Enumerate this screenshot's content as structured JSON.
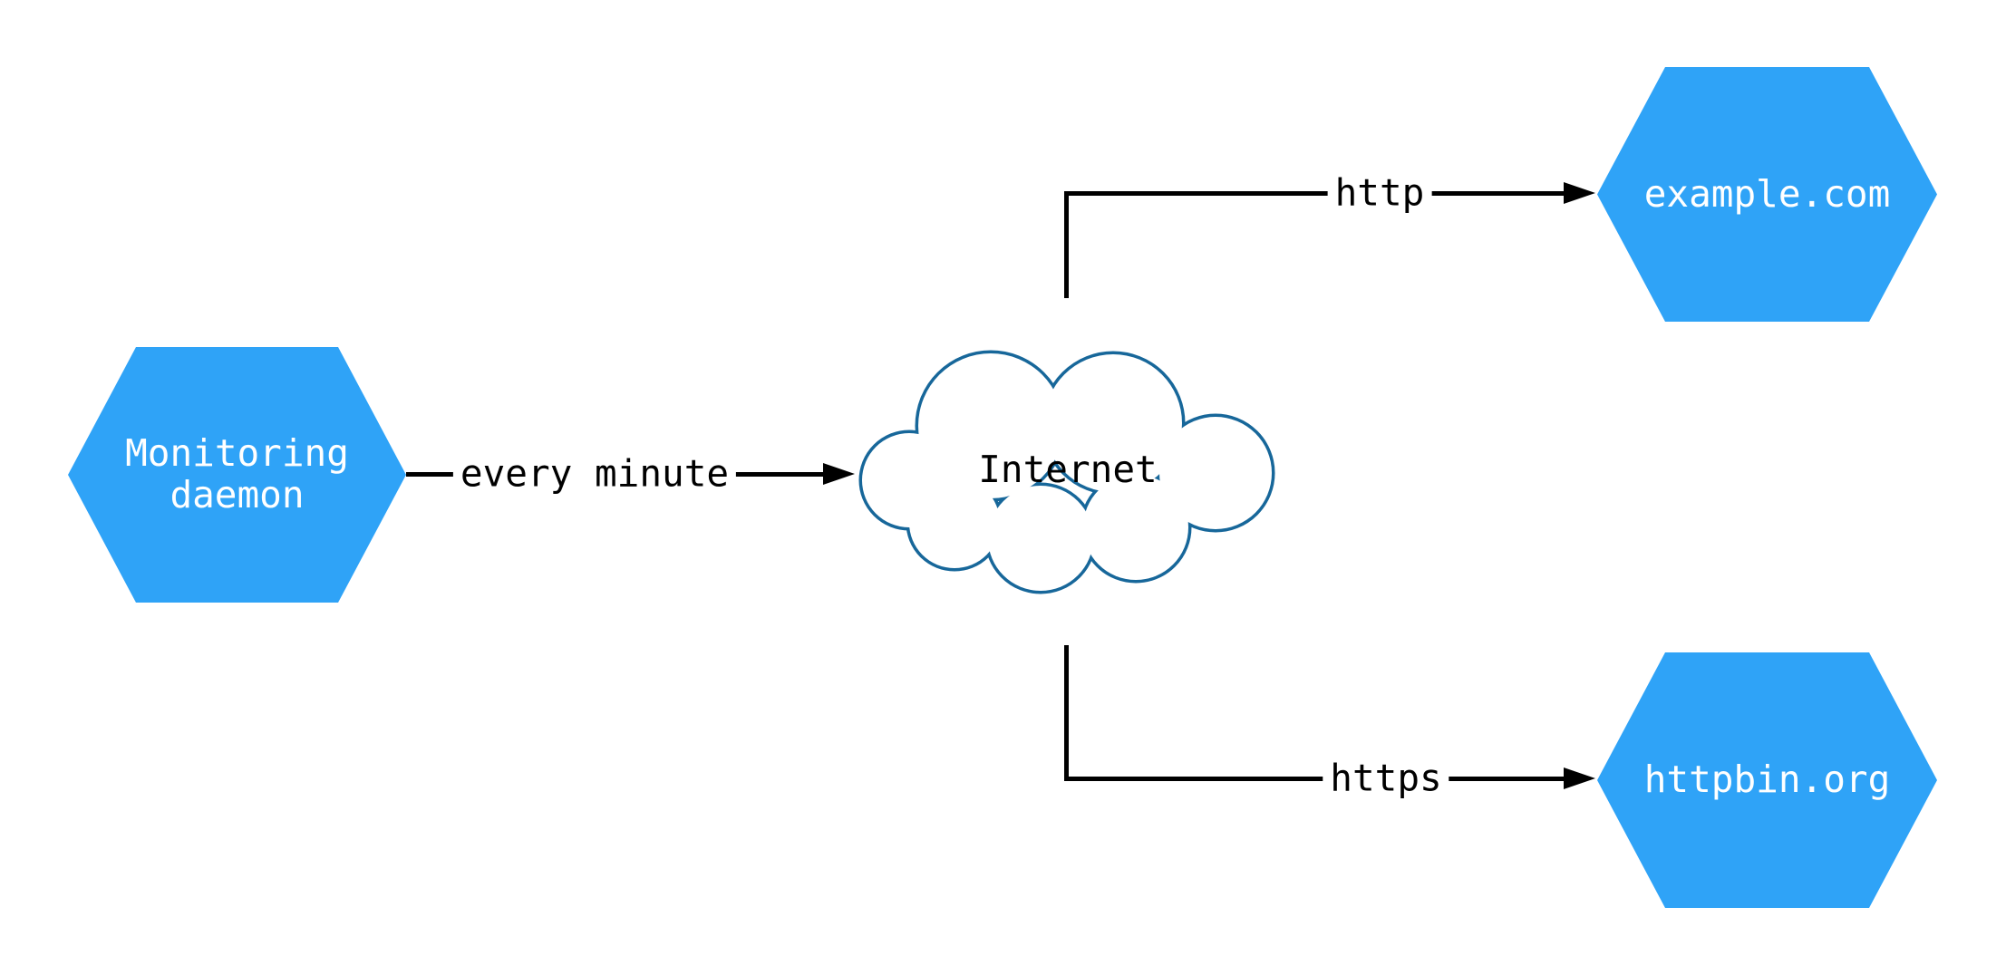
{
  "colors": {
    "node_fill": "#2fa3f7",
    "node_text": "#ffffff",
    "cloud_stroke": "#17679a",
    "cloud_fill": "#ffffff",
    "edge_color": "#000000",
    "background": "#ffffff"
  },
  "nodes": {
    "monitoring_daemon": {
      "type": "hexagon",
      "label": "Monitoring\ndaemon"
    },
    "internet": {
      "type": "cloud",
      "label": "Internet"
    },
    "example_com": {
      "type": "hexagon",
      "label": "example.com"
    },
    "httpbin_org": {
      "type": "hexagon",
      "label": "httpbin.org"
    }
  },
  "edges": [
    {
      "from": "monitoring_daemon",
      "to": "internet",
      "label": "every minute"
    },
    {
      "from": "internet",
      "to": "example_com",
      "label": "http"
    },
    {
      "from": "internet",
      "to": "httpbin_org",
      "label": "https"
    }
  ]
}
